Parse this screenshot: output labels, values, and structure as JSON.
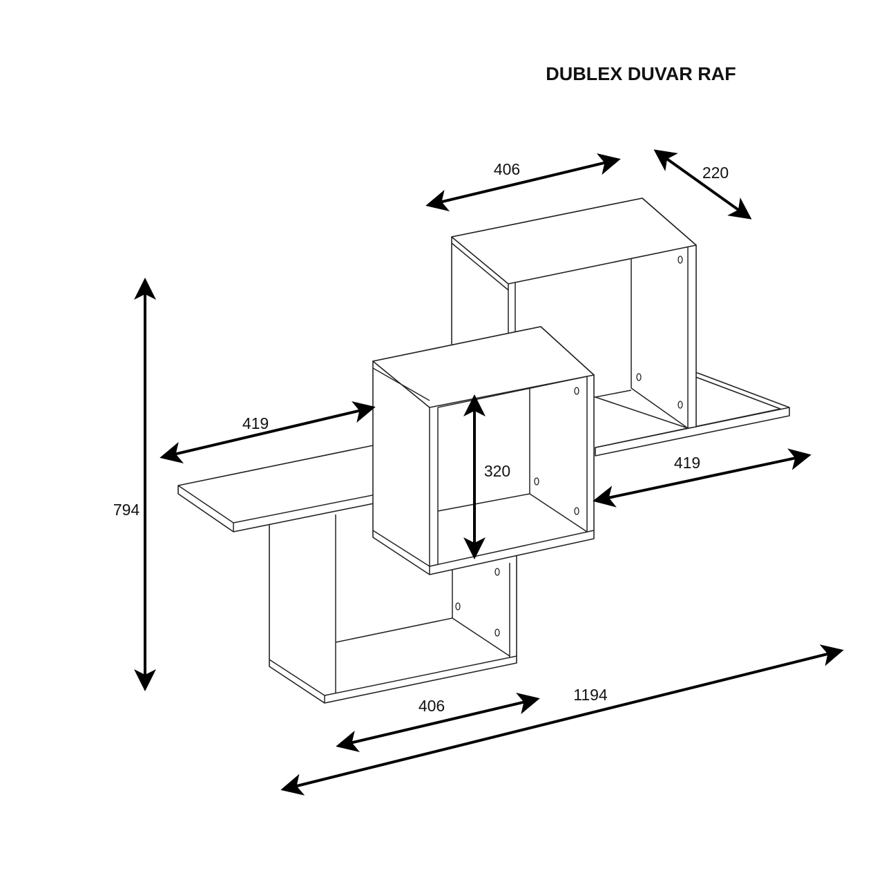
{
  "title": "DUBLEX DUVAR RAF",
  "dimensions": {
    "top_width": "406",
    "depth": "220",
    "total_height": "794",
    "left_shelf": "419",
    "inner_height": "320",
    "right_shelf": "419",
    "bottom_width": "406",
    "total_width": "1194"
  },
  "colors": {
    "line": "#222222",
    "background": "#ffffff"
  }
}
